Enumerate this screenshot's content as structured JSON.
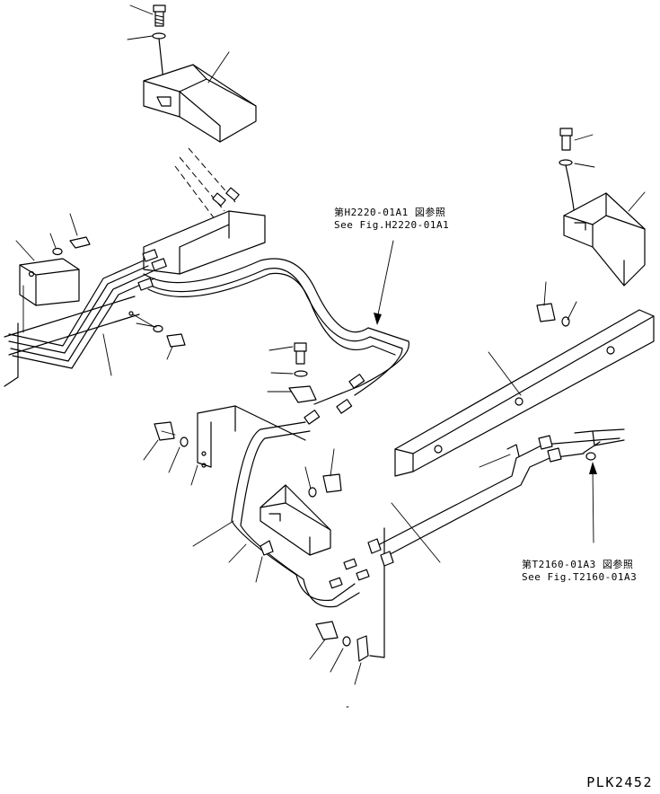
{
  "references": [
    {
      "line1": "第H2220-01A1 図参照",
      "line2": "See Fig.H2220-01A1"
    },
    {
      "line1": "第T2160-01A3 図参照",
      "line2": "See Fig.T2160-01A3"
    }
  ],
  "drawing_code": "PLK2452"
}
